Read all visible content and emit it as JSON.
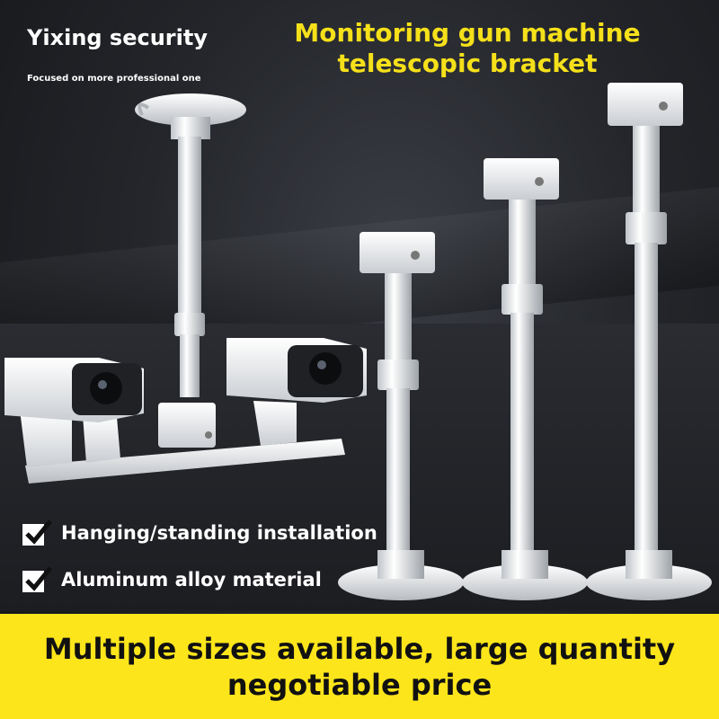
{
  "brand": {
    "name": "Yixing security",
    "tagline": "Focused on more professional one"
  },
  "headline": {
    "line1": "Monitoring gun machine",
    "line2": "telescopic bracket"
  },
  "features": [
    {
      "label": "Hanging/standing installation",
      "icon": "check-icon"
    },
    {
      "label": "Aluminum alloy material",
      "icon": "check-icon"
    }
  ],
  "banner": {
    "line1": "Multiple sizes available, large quantity",
    "line2": "negotiable price"
  },
  "colors": {
    "accent": "#f5e01a",
    "banner": "#fde51b",
    "background": "#1e1f23",
    "text": "#ffffff"
  }
}
